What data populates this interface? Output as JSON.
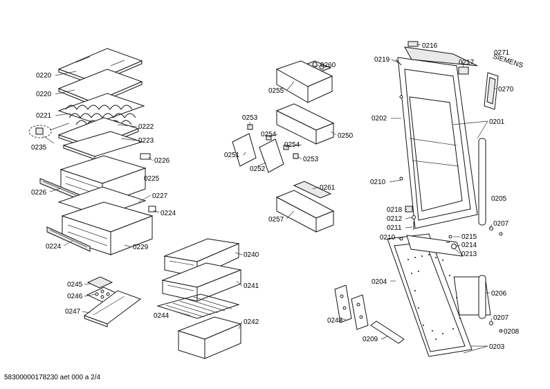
{
  "footer": "58300000178230 aet 000 a 2/4",
  "brand_text": "SIEMENS",
  "labels": {
    "p0220a": "0220",
    "p0220b": "0220",
    "p0221": "0221",
    "p0222": "0222",
    "p0223": "0223",
    "p0235": "0235",
    "p0226a": "0226",
    "p0225": "0225",
    "p0226b": "0226",
    "p0227": "0227",
    "p0224a": "0224",
    "p0224b": "0224",
    "p0229": "0229",
    "p0245": "0245",
    "p0246": "0246",
    "p0247": "0247",
    "p0240": "0240",
    "p0241": "0241",
    "p0244": "0244",
    "p0242": "0242",
    "p0260": "0260",
    "p0255": "0255",
    "p0253a": "0253",
    "p0254a": "0254",
    "p0250": "0250",
    "p0254b": "0254",
    "p0251": "0251",
    "p0252": "0252",
    "p0253b": "0253",
    "p0261": "0261",
    "p0257": "0257",
    "p0216": "0216",
    "p0219": "0219",
    "p0217": "0217",
    "p0271": "0271",
    "p0270": "0270",
    "p0202": "0202",
    "p0201": "0201",
    "p0210a": "0210",
    "p0205": "0205",
    "p0218": "0218",
    "p0212": "0212",
    "p0211": "0211",
    "p0207a": "0207",
    "p0210b": "0210",
    "p0215": "0215",
    "p0214": "0214",
    "p0213": "0213",
    "p0204": "0204",
    "p0206": "0206",
    "p0248": "0248",
    "p0207b": "0207",
    "p0208": "0208",
    "p0209": "0209",
    "p0203": "0203"
  }
}
